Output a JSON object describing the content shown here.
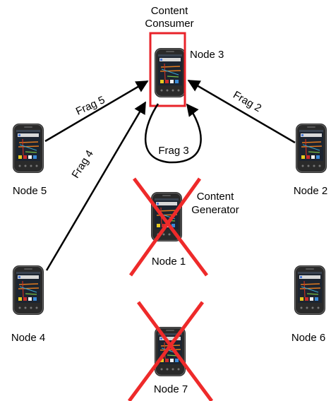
{
  "consumer": {
    "label_line1": "Content",
    "label_line2": "Consumer"
  },
  "generator": {
    "label_line1": "Content",
    "label_line2": "Generator"
  },
  "nodes": {
    "n1": {
      "label": "Node 1",
      "failed": true
    },
    "n2": {
      "label": "Node 2",
      "failed": false
    },
    "n3": {
      "label": "Node 3",
      "failed": false,
      "highlighted": true
    },
    "n4": {
      "label": "Node 4",
      "failed": false
    },
    "n5": {
      "label": "Node 5",
      "failed": false
    },
    "n6": {
      "label": "Node 6",
      "failed": false
    },
    "n7": {
      "label": "Node 7",
      "failed": true
    }
  },
  "edges": {
    "frag5": {
      "label": "Frag 5",
      "from": "Node 5",
      "to": "Node 3"
    },
    "frag4": {
      "label": "Frag 4",
      "from": "Node 4",
      "to": "Node 3"
    },
    "frag3": {
      "label": "Frag 3",
      "from": "Node 3",
      "to": "Node 3"
    },
    "frag2": {
      "label": "Frag 2",
      "from": "Node 2",
      "to": "Node 3"
    }
  },
  "colors": {
    "highlight": "#e8232a",
    "failure_cross": "#ee2a2a",
    "edge": "#000000",
    "phone_body": "#2a2a2a"
  }
}
